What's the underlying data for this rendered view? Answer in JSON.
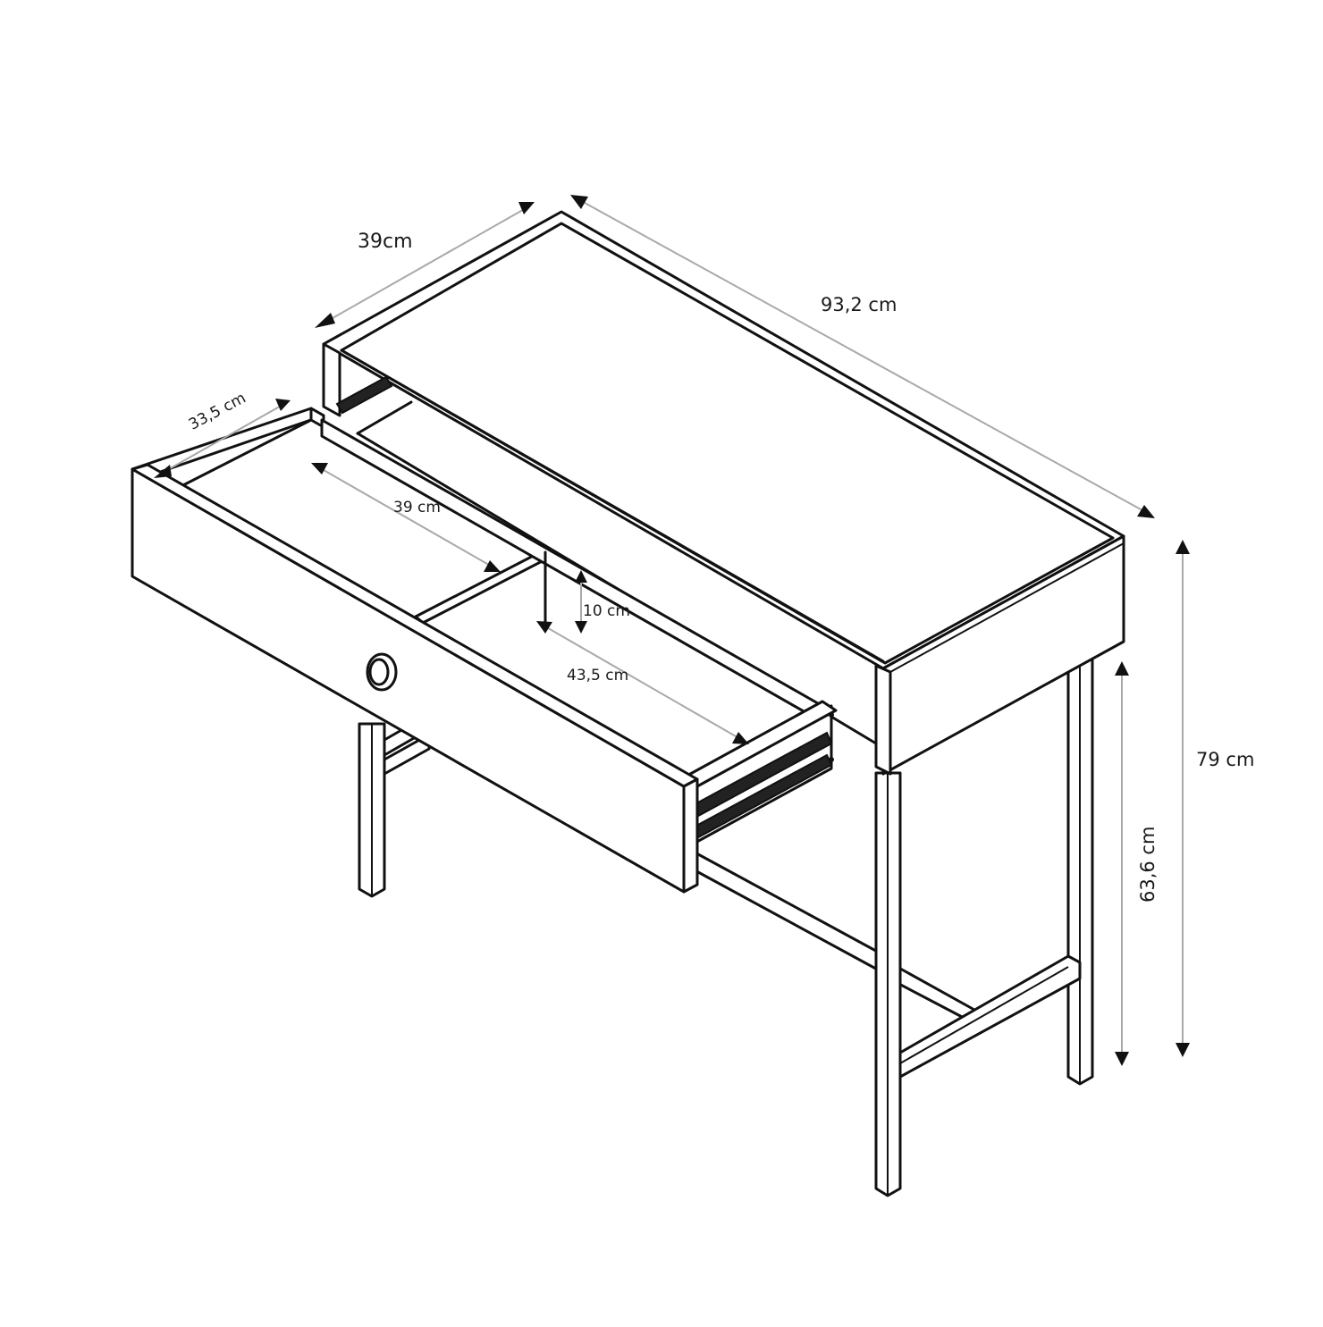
{
  "diagram": {
    "subject": "Console desk with one pull-out drawer",
    "colors": {
      "line": "#111111",
      "dimension_line": "#a9a9a9",
      "background": "#ffffff"
    },
    "dimensions": {
      "top_depth": "39cm",
      "top_width": "93,2 cm",
      "drawer_depth": "33,5 cm",
      "drawer_inner_length": "39 cm",
      "drawer_height": "10 cm",
      "drawer_inner_width": "43,5 cm",
      "overall_height": "79 cm",
      "leg_height": "63,6 cm"
    },
    "parts": [
      "tabletop",
      "drawer",
      "drawer-knob",
      "drawer-slide-rail",
      "legs",
      "crossbar-stretchers"
    ]
  }
}
